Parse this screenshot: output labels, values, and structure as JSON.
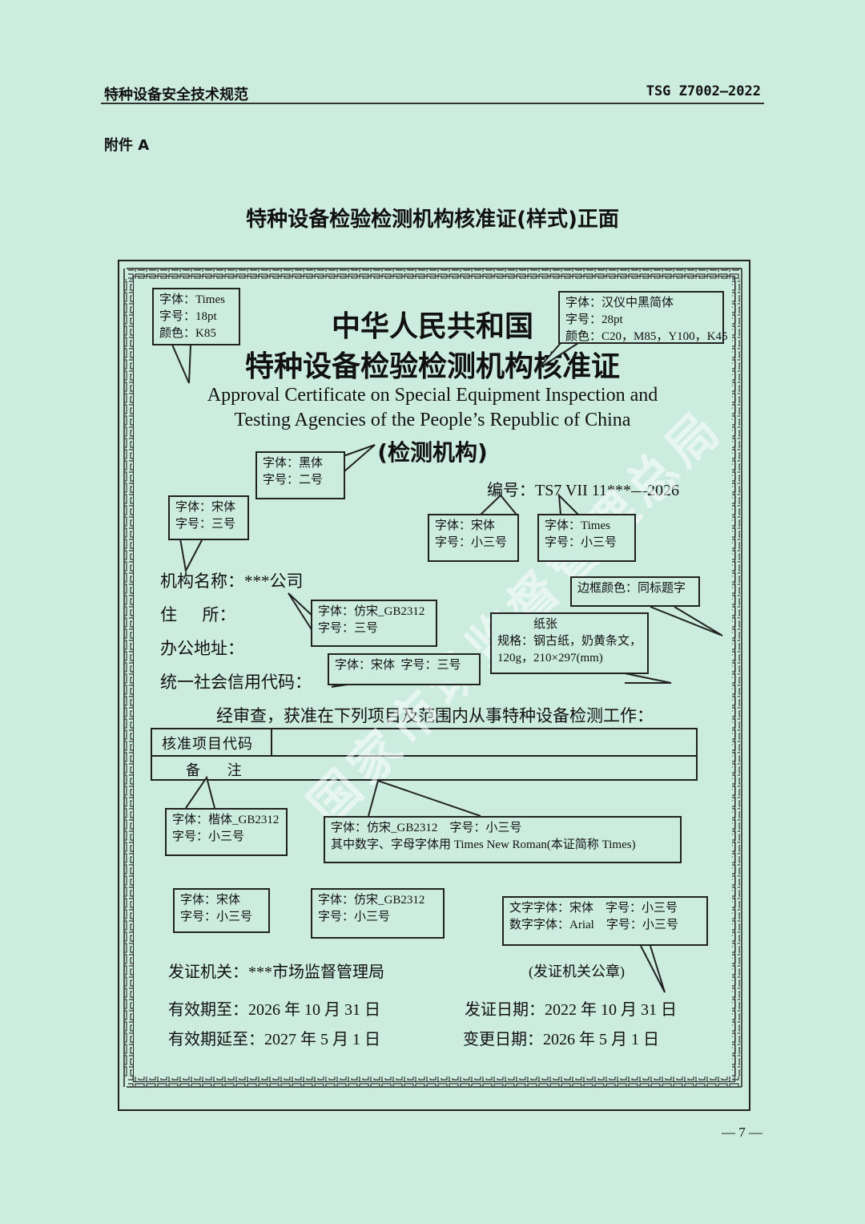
{
  "header": {
    "left": "特种设备安全技术规范",
    "right": "TSG Z7002—2022"
  },
  "annex": "附件 A",
  "page_title": "特种设备检验检测机构核准证(样式)正面",
  "certificate": {
    "title_line1": "中华人民共和国",
    "title_line2": "特种设备检验检测机构核准证",
    "english_line1": "Approval Certificate on Special Equipment Inspection and",
    "english_line2": "Testing Agencies of the People’s Republic of China",
    "subtitle": "(检测机构)",
    "number": "编号：TS7  VII  11***—2026",
    "fields": {
      "org_name": "机构名称：***公司",
      "residence": "住      所：",
      "office": "办公地址：",
      "credit_code": "统一社会信用代码："
    },
    "statement": "经审查，获准在下列项目及范围内从事特种设备检测工作：",
    "table": {
      "row1": "核准项目代码",
      "row2": "备  注"
    },
    "issuer": "发证机关：***市场监督管理局",
    "seal": "(发证机关公章)",
    "valid_until": "有效期至：2026 年 10 月 31 日",
    "issue_date": "发证日期：2022 年 10 月 31 日",
    "valid_extended": "有效期延至：2027 年 5 月 1 日",
    "change_date": "变更日期：2026 年 5 月 1 日"
  },
  "annotations": {
    "a1": "字体：Times\n字号：18pt\n颜色：K85",
    "a2": "字体：汉仪中黑简体\n字号：28pt\n颜色：C20，M85，Y100，K45",
    "a3": "字体：黑体\n字号：二号",
    "a4": "字体：宋体\n字号：三号",
    "a5": "字体：宋体\n字号：小三号",
    "a6": "字体：Times\n字号：小三号",
    "a7": "边框颜色：同标题字",
    "a8": "            纸张\n规格：钢古纸，奶黄条文，\n120g，210×297(mm)",
    "a9": "字体：仿宋_GB2312\n字号：三号",
    "a10": "字体：宋体  字号：三号",
    "a11": "字体：楷体_GB2312\n字号：小三号",
    "a12": "字体：仿宋_GB2312    字号：小三号\n其中数字、字母字体用 Times New Roman(本证简称 Times)",
    "a13": "字体：宋体\n字号：小三号",
    "a14": "字体：仿宋_GB2312\n字号：小三号",
    "a15": "文字字体：宋体    字号：小三号\n数字字体：Arial    字号：小三号"
  },
  "watermark": "国家市场监督管理总局",
  "page_number": "— 7 —"
}
